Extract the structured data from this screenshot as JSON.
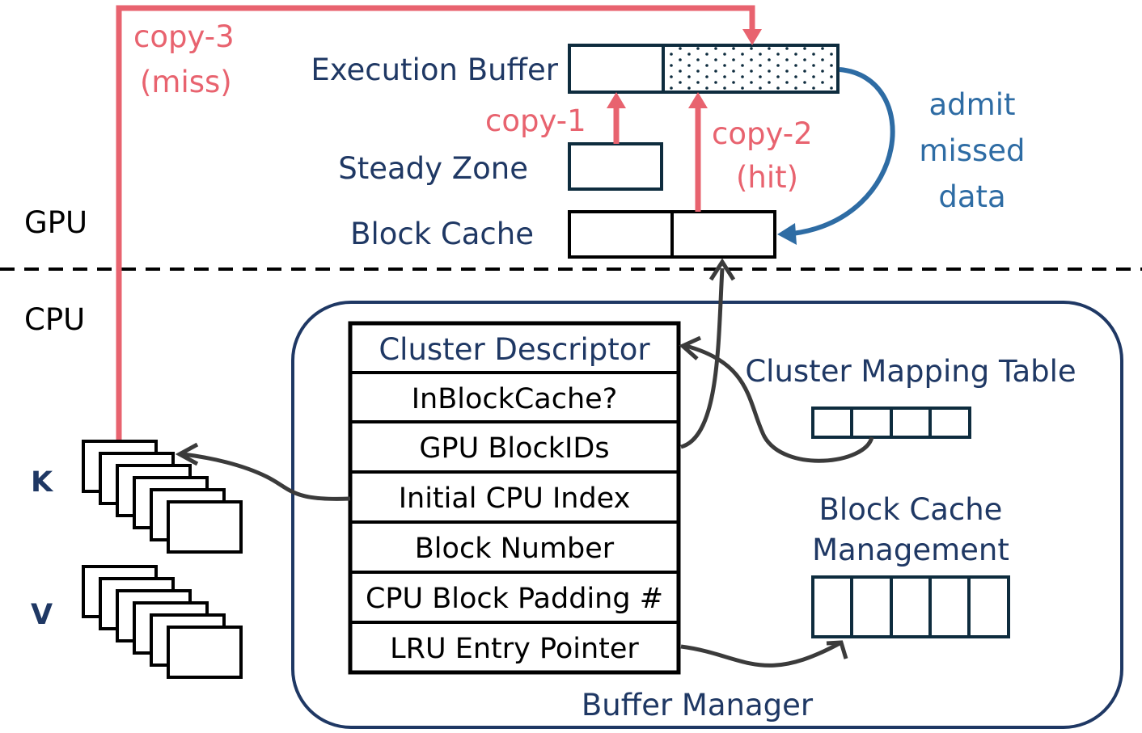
{
  "labels": {
    "gpu": "GPU",
    "cpu": "CPU",
    "execution_buffer": "Execution Buffer",
    "steady_zone": "Steady Zone",
    "block_cache": "Block Cache",
    "copy1": "copy-1",
    "copy2": "copy-2",
    "copy2_sub": "(hit)",
    "copy3": "copy-3",
    "copy3_sub": "(miss)",
    "admit_line1": "admit",
    "admit_line2": "missed",
    "admit_line3": "data",
    "k": "K",
    "v": "V",
    "cluster_mapping_table": "Cluster Mapping Table",
    "block_cache_mgmt_line1": "Block Cache",
    "block_cache_mgmt_line2": "Management",
    "buffer_manager": "Buffer Manager"
  },
  "descriptor_table": {
    "header": "Cluster Descriptor",
    "rows": [
      "InBlockCache?",
      "GPU BlockIDs",
      "Initial CPU Index",
      "Block Number",
      "CPU Block Padding #",
      "LRU Entry Pointer"
    ]
  },
  "colors": {
    "navy": "#1f3864",
    "red": "#e8636f",
    "blue": "#2e6ca4",
    "dark": "#3b3b3b"
  }
}
